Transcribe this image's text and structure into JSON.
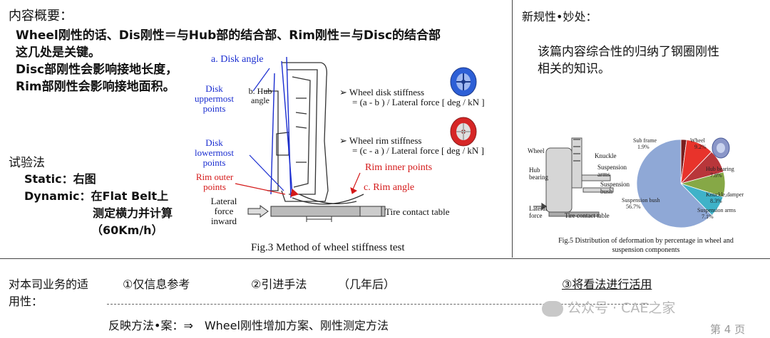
{
  "left": {
    "summary_heading": "内容概要：",
    "summary_lines": [
      "Wheel刚性的话、Dis刚性＝与Hub部的结合部、Rim刚性＝与Disc的结合部",
      "这几处是关键。",
      "Disc部刚性会影响接地长度，",
      "Rim部刚性会影响接地面积。"
    ],
    "test_heading": "试验法",
    "static_line": "Static：右图",
    "dynamic_line1": "Dynamic：在Flat Belt上",
    "dynamic_line2": "测定横力并计算",
    "dynamic_line3": "（60Km/h）"
  },
  "figure3": {
    "caption": "Fig.3 Method of wheel stiffness test",
    "label_disk_angle": "a. Disk angle",
    "label_hub_angle": "b. Hub angle",
    "label_disk_upper": "Disk uppermost points",
    "label_disk_lower": "Disk lowermost points",
    "label_rim_outer": "Rim outer points",
    "label_rim_inner": "Rim inner points",
    "label_rim_angle": "c. Rim angle",
    "label_lateral": "Lateral force inward",
    "label_table": "Tire contact table",
    "formula_disk_title": "Wheel disk stiffness",
    "formula_disk_eq": "= (a - b ) / Lateral force [ deg / kN ]",
    "formula_rim_title": "Wheel rim stiffness",
    "formula_rim_eq": "= (c - a ) / Lateral force [ deg / kN ]"
  },
  "right": {
    "heading": "新规性•妙处：",
    "text_line1": "该篇内容综合性的归纳了钢圈刚性",
    "text_line2": "相关的知识。"
  },
  "figure5": {
    "caption_line1": "Fig.5 Distribution of deformation by percentage in wheel and",
    "caption_line2": "suspension components",
    "labels": {
      "wheel": "Wheel",
      "hub_bearing": "Hub bearing",
      "knuckle": "Knuckle",
      "suspension_arms": "Suspension arms",
      "suspension_bush": "Suspension bush",
      "lateral_force": "Lateral force",
      "tire_table": "Tire contact table"
    }
  },
  "chart_data": {
    "type": "pie",
    "categories": [
      "Sub frame",
      "Wheel",
      "Hub bearing",
      "Knuckle,damper",
      "Suspension arms",
      "Suspension bush"
    ],
    "values": [
      1.9,
      9.2,
      7.8,
      8.3,
      7.1,
      56.7
    ],
    "value_labels": [
      "1.9%",
      "9.2%",
      "7.8%",
      "8.3%",
      "7.1%",
      "56.7%"
    ],
    "colors": [
      "#7a1e1e",
      "#e8332b",
      "#b8363a",
      "#86a846",
      "#3fb2c8",
      "#8fa8d6"
    ]
  },
  "bottom": {
    "applicability_label_line1": "对本司业务的适",
    "applicability_label_line2": "用性：",
    "option1": "①仅信息参考",
    "option2": "②引进手法",
    "option2_note": "（几年后）",
    "option3": "③将看法进行活用",
    "reflect": "反映方法•案：⇒　Wheel刚性增加方案、刚性测定方法",
    "watermark": "公众号 · CAE之家",
    "page_num": "第 4 页"
  }
}
